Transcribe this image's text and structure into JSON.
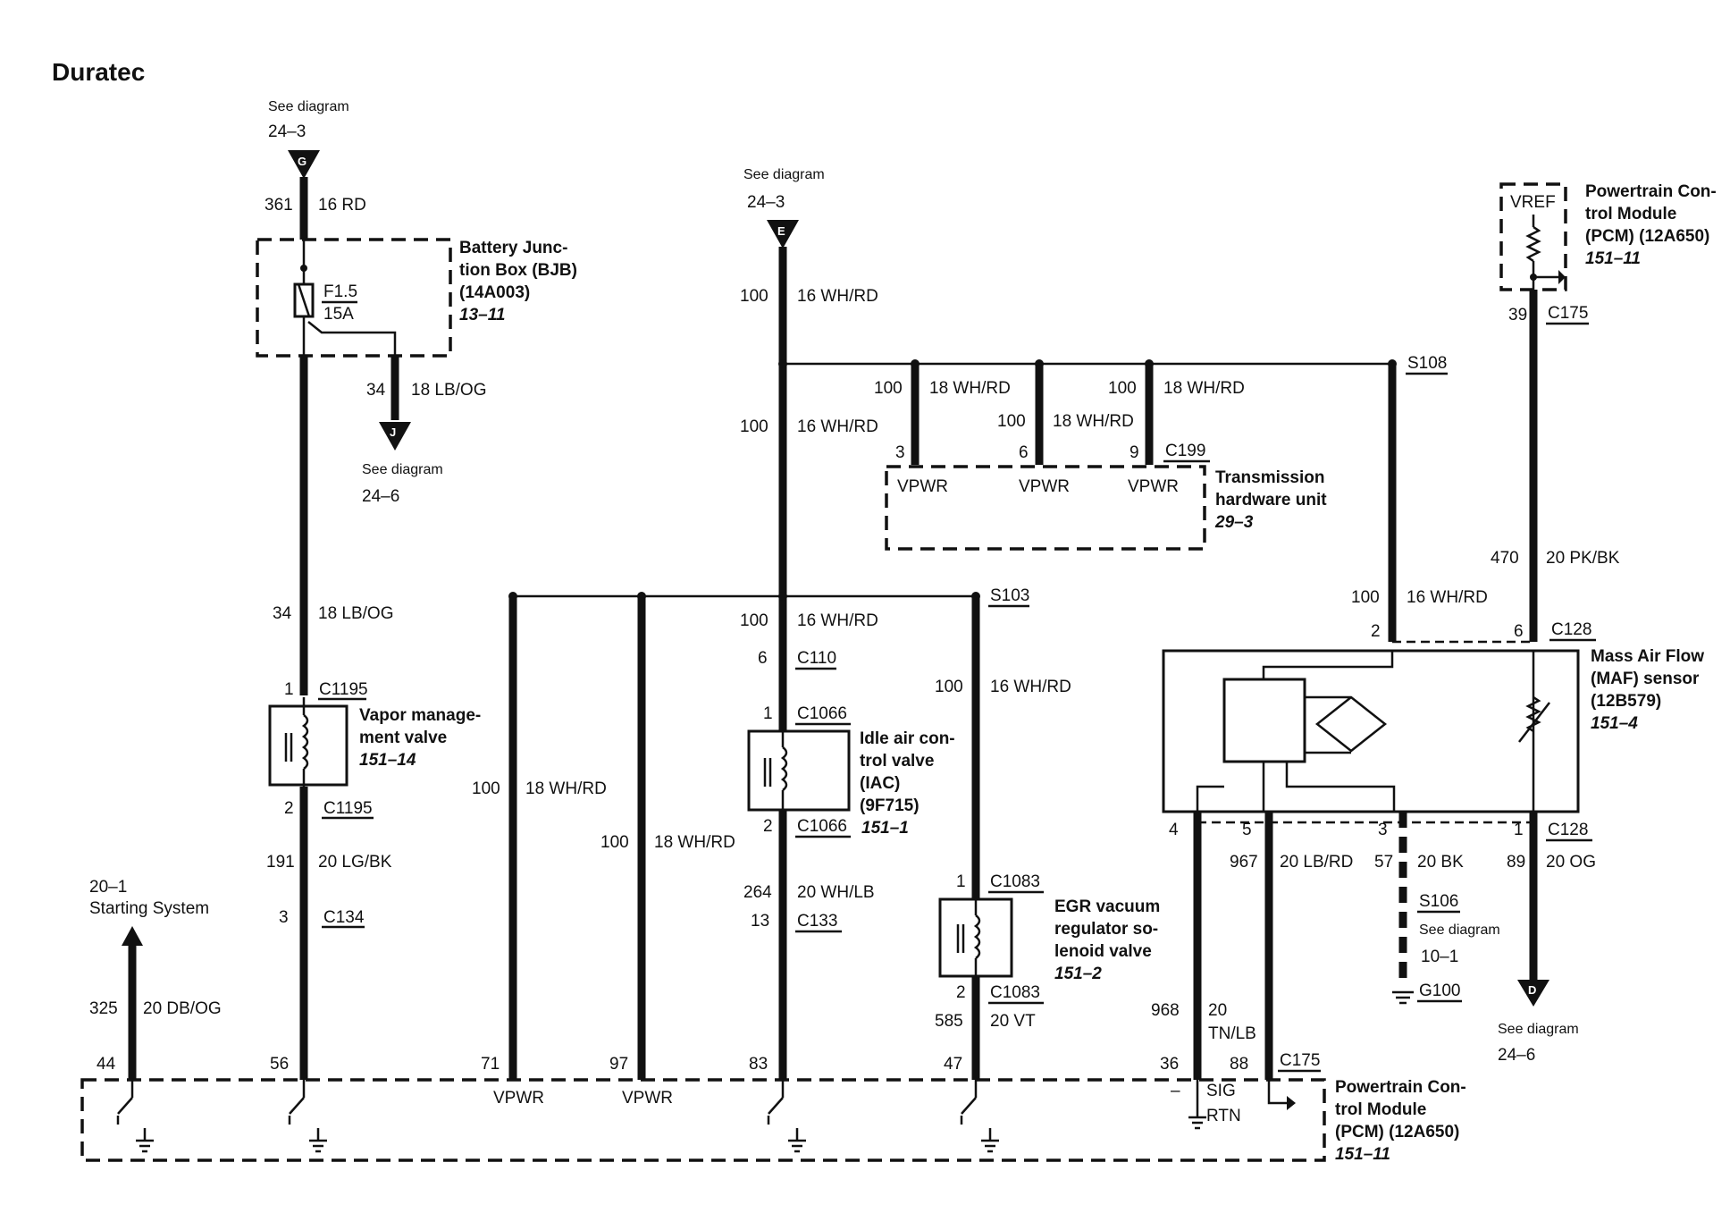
{
  "title": "Duratec",
  "see_diagram": "See diagram",
  "refs": {
    "top_left_page": "24–3",
    "top_left_letter": "G",
    "center_page": "24–3",
    "center_letter": "E",
    "j_page": "24–6",
    "j_letter": "J",
    "d_page": "24–6",
    "d_letter": "D",
    "g100_page": "10–1"
  },
  "bjb": {
    "line1": "Battery Junc-",
    "line2": "tion Box (BJB)",
    "line3": "(14A003)",
    "page": "13–11",
    "fuse": "F1.5",
    "rating": "15A"
  },
  "wires": {
    "w361": "361",
    "w361_spec": "16 RD",
    "w34a": "34",
    "w34a_spec": "18 LB/OG",
    "w34b": "34",
    "w34b_spec": "18 LB/OG",
    "w191": "191",
    "w191_spec": "20 LG/BK",
    "w325": "325",
    "w325_spec": "20 DB/OG",
    "w100a": "100",
    "w100a_spec": "16 WH/RD",
    "w100b": "100",
    "w100b_spec": "16 WH/RD",
    "w100c": "100",
    "w100c_spec": "16 WH/RD",
    "w100d": "100",
    "w100d_spec": "16 WH/RD",
    "w100e": "100",
    "w100e_spec": "16 WH/RD",
    "w100f": "100",
    "w100f_spec": "18 WH/RD",
    "w100g": "100",
    "w100g_spec": "18 WH/RD",
    "w100h": "100",
    "w100h_spec": "18 WH/RD",
    "w100i": "100",
    "w100i_spec": "18 WH/RD",
    "w100j": "100",
    "w100j_spec": "18 WH/RD",
    "w264": "264",
    "w264_spec": "20 WH/LB",
    "w585": "585",
    "w585_spec": "20 VT",
    "w470": "470",
    "w470_spec": "20 PK/BK",
    "w967": "967",
    "w967_spec": "20 LB/RD",
    "w57": "57",
    "w57_spec": "20 BK",
    "w89": "89",
    "w89_spec": "20 OG",
    "w968": "968",
    "w968_spec1": "20",
    "w968_spec2": "TN/LB",
    "w39": "39"
  },
  "connectors": {
    "c1195a": "C1195",
    "c1195b": "C1195",
    "c134": "C134",
    "c110": "C110",
    "c1066a": "C1066",
    "c1066b": "C1066",
    "c133": "C133",
    "c1083a": "C1083",
    "c1083b": "C1083",
    "c199": "C199",
    "c128a": "C128",
    "c128b": "C128",
    "c175a": "C175",
    "c175b": "C175",
    "s108": "S108",
    "s103": "S103",
    "s106": "S106",
    "g100": "G100"
  },
  "pins": {
    "vmv1": "1",
    "vmv2": "2",
    "c134": "3",
    "c110": "6",
    "iac1": "1",
    "iac2": "2",
    "c133": "13",
    "egr1": "1",
    "egr2": "2",
    "thu3": "3",
    "thu6": "6",
    "thu9": "9",
    "maf2": "2",
    "maf6": "6",
    "maf4": "4",
    "maf5": "5",
    "maf3": "3",
    "maf1": "1",
    "pcm44": "44",
    "pcm56": "56",
    "pcm71": "71",
    "pcm97": "97",
    "pcm83": "83",
    "pcm47": "47",
    "pcm36": "36",
    "pcm88": "88"
  },
  "vmv": {
    "line1": "Vapor manage-",
    "line2": "ment valve",
    "page": "151–14"
  },
  "iac": {
    "line1": "Idle air con-",
    "line2": "trol valve",
    "line3": "(IAC)",
    "line4": "(9F715)",
    "page": "151–1"
  },
  "egr": {
    "line1": "EGR vacuum",
    "line2": "regulator so-",
    "line3": "lenoid valve",
    "page": "151–2"
  },
  "thu": {
    "line1": "Transmission",
    "line2": "hardware unit",
    "page": "29–3",
    "pin_label": "VPWR"
  },
  "maf": {
    "line1": "Mass Air Flow",
    "line2": "(MAF) sensor",
    "line3": "(12B579)",
    "page": "151–4"
  },
  "pcm_top": {
    "line1": "Powertrain Con-",
    "line2": "trol Module",
    "line3": "(PCM) (12A650)",
    "page": "151–11",
    "vref": "VREF"
  },
  "pcm_bottom": {
    "line1": "Powertrain Con-",
    "line2": "trol Module",
    "line3": "(PCM) (12A650)",
    "page": "151–11",
    "vpwr": "VPWR",
    "sig": "SIG",
    "rtn": "RTN",
    "minus": "–"
  },
  "starting": {
    "line1": "20–1",
    "line2": "Starting System"
  }
}
